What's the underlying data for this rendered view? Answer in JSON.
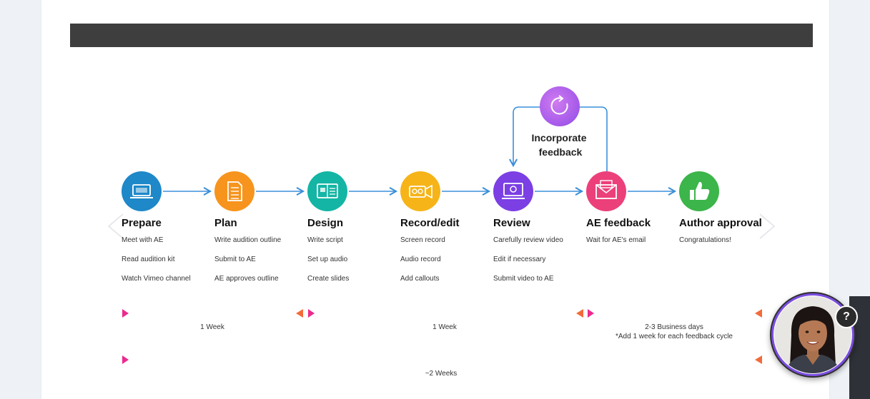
{
  "stages": [
    {
      "id": "prepare",
      "title": "Prepare",
      "items": [
        "Meet with AE",
        "Read audition kit",
        "Watch Vimeo channel"
      ],
      "color": "#1e88c8",
      "icon": "laptop-icon"
    },
    {
      "id": "plan",
      "title": "Plan",
      "items": [
        "Write audition outline",
        "Submit to AE",
        "AE approves outline"
      ],
      "color": "#f7941d",
      "icon": "document-icon"
    },
    {
      "id": "design",
      "title": "Design",
      "items": [
        "Write script",
        "Set up audio",
        "Create slides"
      ],
      "color": "#14b5a4",
      "icon": "slides-icon"
    },
    {
      "id": "record",
      "title": "Record/edit",
      "items": [
        "Screen record",
        "Audio record",
        "Add callouts"
      ],
      "color": "#f6b418",
      "icon": "camera-icon"
    },
    {
      "id": "review",
      "title": "Review",
      "items": [
        "Carefully review video",
        "Edit if necessary",
        "Submit video to AE"
      ],
      "color": "#7b3fe4",
      "icon": "monitor-icon"
    },
    {
      "id": "ae-feedback",
      "title": "AE feedback",
      "items": [
        "Wait for AE's email"
      ],
      "color": "#ec407a",
      "icon": "envelope-icon"
    },
    {
      "id": "author-approval",
      "title": "Author approval",
      "items": [
        "Congratulations!"
      ],
      "color": "#3cb54a",
      "icon": "thumbs-up-icon"
    }
  ],
  "loop": {
    "line1": "Incorporate",
    "line2": "feedback",
    "icon": "refresh-icon",
    "color": "#a35be6"
  },
  "timelines": [
    {
      "label": "1 Week"
    },
    {
      "label": "1 Week"
    },
    {
      "label": "2-3 Business days",
      "note": "*Add 1 week for each feedback cycle"
    },
    {
      "label": "~2 Weeks"
    }
  ],
  "colors": {
    "arrow": "#3b8fd8",
    "timeline_start": "#ec2a8e",
    "timeline_end": "#f26b3a",
    "header": "#3e3e3e"
  },
  "help_badge": {
    "label": "?"
  },
  "nav": {
    "prev_icon": "chevron-left-icon",
    "next_icon": "chevron-right-icon"
  }
}
